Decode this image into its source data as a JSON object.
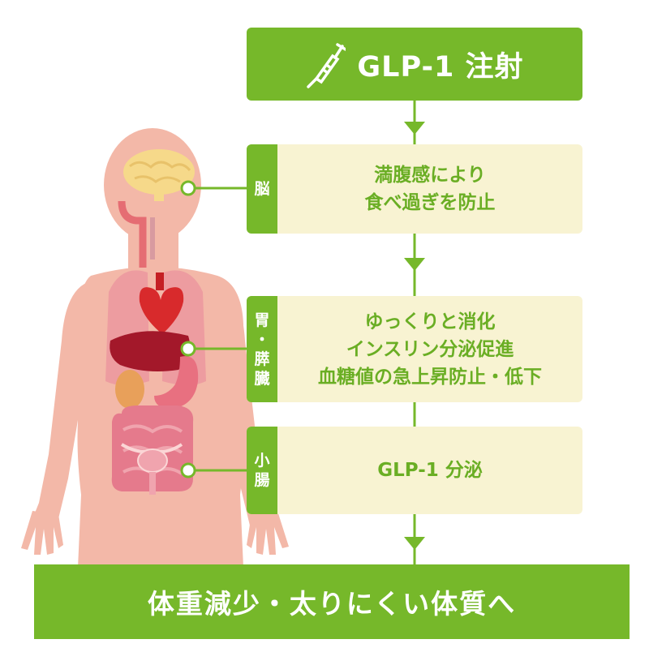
{
  "top": {
    "icon": "syringe-icon",
    "label": "GLP-1 注射"
  },
  "steps": [
    {
      "organ": "脳",
      "lines": [
        "満腹感により",
        "食べ過ぎを防止"
      ]
    },
    {
      "organ_lines": [
        "胃",
        "・",
        "膵",
        "臓"
      ],
      "lines": [
        "ゆっくりと消化",
        "インスリン分泌促進",
        "血糖値の急上昇防止・低下"
      ]
    },
    {
      "organ_lines": [
        "小",
        "腸"
      ],
      "lines": [
        "GLP-1 分泌"
      ]
    }
  ],
  "result": {
    "label": "体重減少・太りにくい体質へ"
  },
  "colors": {
    "green": "#76b82a",
    "cream": "#f8f3d2",
    "skin": "#f3b8a8"
  }
}
